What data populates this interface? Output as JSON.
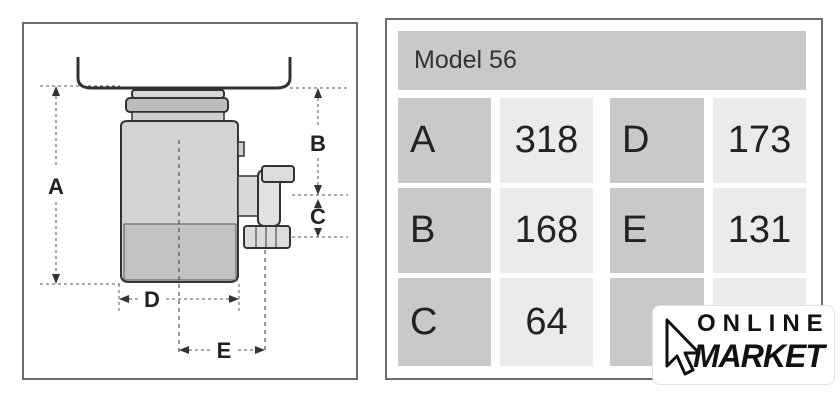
{
  "diagram": {
    "labels": {
      "a": "A",
      "b": "B",
      "c": "C",
      "d": "D",
      "e": "E"
    }
  },
  "spec_table": {
    "model": "Model 56",
    "rows": [
      {
        "left_key": "A",
        "left_value": "318",
        "right_key": "D",
        "right_value": "173"
      },
      {
        "left_key": "B",
        "left_value": "168",
        "right_key": "E",
        "right_value": "131"
      },
      {
        "left_key": "C",
        "left_value": "64",
        "right_key": "",
        "right_value": ""
      }
    ]
  },
  "logo": {
    "line1": "ONLINE",
    "line2": "MARKET"
  },
  "colors": {
    "key_cell": "#c9c9c9",
    "value_cell": "#ebebeb",
    "border": "#6b6b6b",
    "ink": "#222222"
  }
}
